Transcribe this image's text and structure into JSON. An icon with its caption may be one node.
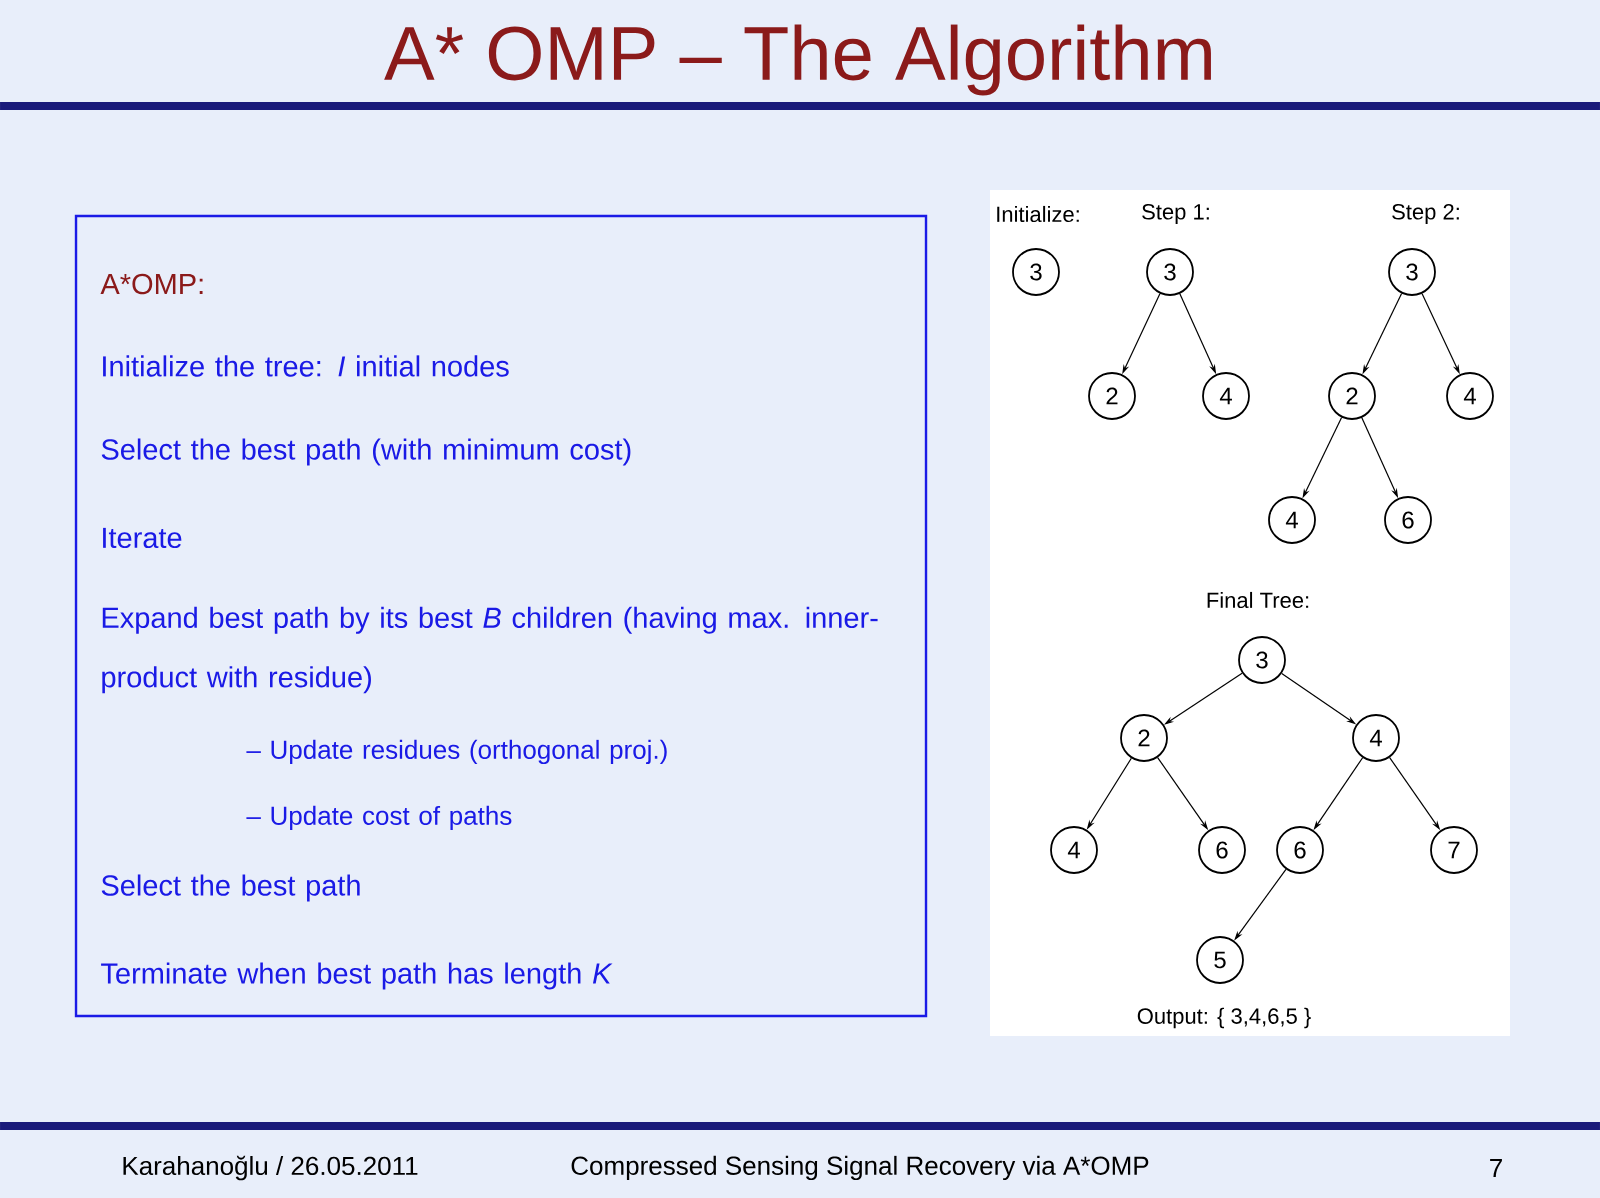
{
  "diagram": {
    "title": "A* OMP – The Algorithm",
    "nodes": [
      {
        "text": [
          "A*OMP:",
          "Initialize the tree: *I* initial nodes",
          "Select the best path (with minimum cost)",
          "Iterate",
          "Expand best path by its best *B* children (having max. inner-product with residue)",
          "– Update residues (orthogonal proj.)",
          "– Update cost of paths",
          "Select the best path",
          "Terminate when best path has length *K*"
        ]
      },
      {
        "text": [
          "3"
        ]
      },
      {
        "text": [
          "3"
        ]
      },
      {
        "text": [
          "2"
        ]
      },
      {
        "text": [
          "4"
        ]
      },
      {
        "text": [
          "3"
        ]
      },
      {
        "text": [
          "2"
        ]
      },
      {
        "text": [
          "4"
        ]
      },
      {
        "text": [
          "4"
        ]
      },
      {
        "text": [
          "6"
        ]
      },
      {
        "text": [
          "3"
        ]
      },
      {
        "text": [
          "2"
        ]
      },
      {
        "text": [
          "4"
        ]
      },
      {
        "text": [
          "4"
        ]
      },
      {
        "text": [
          "6"
        ]
      },
      {
        "text": [
          "6"
        ]
      },
      {
        "text": [
          "7"
        ]
      },
      {
        "text": [
          "5"
        ]
      }
    ],
    "edges": [
      {
        "from": 2,
        "to": 3,
        "arrow": "to"
      },
      {
        "from": 2,
        "to": 4,
        "arrow": "to"
      },
      {
        "from": 5,
        "to": 6,
        "arrow": "to"
      },
      {
        "from": 5,
        "to": 7,
        "arrow": "to"
      },
      {
        "from": 6,
        "to": 8,
        "arrow": "to"
      },
      {
        "from": 6,
        "to": 9,
        "arrow": "to"
      },
      {
        "from": 10,
        "to": 11,
        "arrow": "to"
      },
      {
        "from": 10,
        "to": 12,
        "arrow": "to"
      },
      {
        "from": 11,
        "to": 13,
        "arrow": "to"
      },
      {
        "from": 11,
        "to": 14,
        "arrow": "to"
      },
      {
        "from": 12,
        "to": 15,
        "arrow": "to"
      },
      {
        "from": 12,
        "to": 16,
        "arrow": "to"
      },
      {
        "from": 15,
        "to": 17,
        "arrow": "to"
      }
    ],
    "labels": [
      "Initialize:",
      "Step 1:",
      "Step 2:",
      "Final Tree:",
      "Output: { 3,4,6,5 }",
      "Karahanoğlu / 26.05.2011",
      "Compressed Sensing Signal Recovery via A*OMP",
      "7"
    ]
  }
}
